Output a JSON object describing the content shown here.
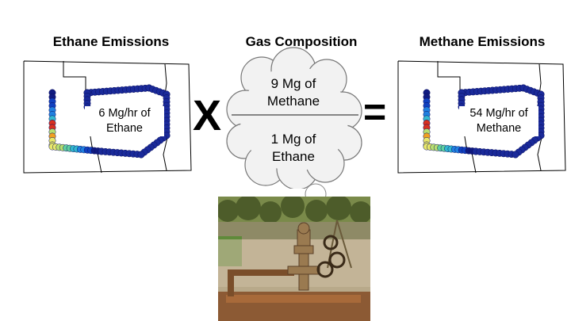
{
  "titles": {
    "left": "Ethane Emissions",
    "middle": "Gas Composition",
    "right": "Methane Emissions"
  },
  "left_map": {
    "label_line1": "6 Mg/hr of",
    "label_line2": "Ethane"
  },
  "right_map": {
    "label_line1": "54 Mg/hr of",
    "label_line2": "Methane"
  },
  "operators": {
    "times": "X",
    "equals": "="
  },
  "cloud": {
    "top_line1": "9 Mg of",
    "top_line2": "Methane",
    "bottom_line1": "1 Mg of",
    "bottom_line2": "Ethane"
  },
  "colors": {
    "flight_path": "#1a2a9a",
    "transect_ramp": [
      "#e8e86a",
      "#b8e070",
      "#5fd0a0",
      "#32b8d0",
      "#2080e0",
      "#1040c0",
      "#101a80"
    ],
    "hotspot_red": "#d83020",
    "hotspot_orange": "#f0a020"
  },
  "photo": {
    "subject": "wellhead-photo",
    "icon": "oil-wellhead"
  }
}
